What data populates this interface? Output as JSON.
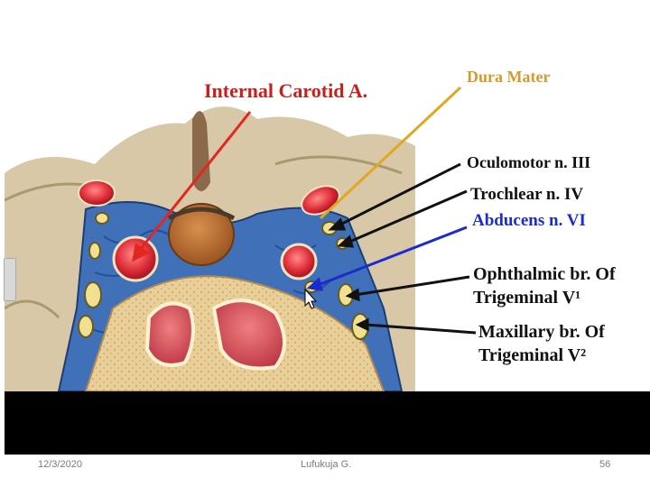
{
  "labels": {
    "internal_carotid": "Internal Carotid A.",
    "dura_mater": "Dura Mater",
    "oculomotor": "Oculomotor n. III",
    "trochlear": "Trochlear n. IV",
    "abducens": "Abducens n. VI",
    "ophthalmic_line1": "Ophthalmic br. Of",
    "ophthalmic_line2": "Trigeminal V¹",
    "maxillary_line1": "Maxillary br. Of",
    "maxillary_line2": "Trigeminal V²"
  },
  "colors": {
    "internal_carotid": "#c8201c",
    "dura_mater": "#d79a2a",
    "nerve_labels": "#111111",
    "abducens": "#1a2ccf"
  },
  "footer": {
    "date": "12/3/2020",
    "author": "Lufukuja G.",
    "page": "56"
  }
}
